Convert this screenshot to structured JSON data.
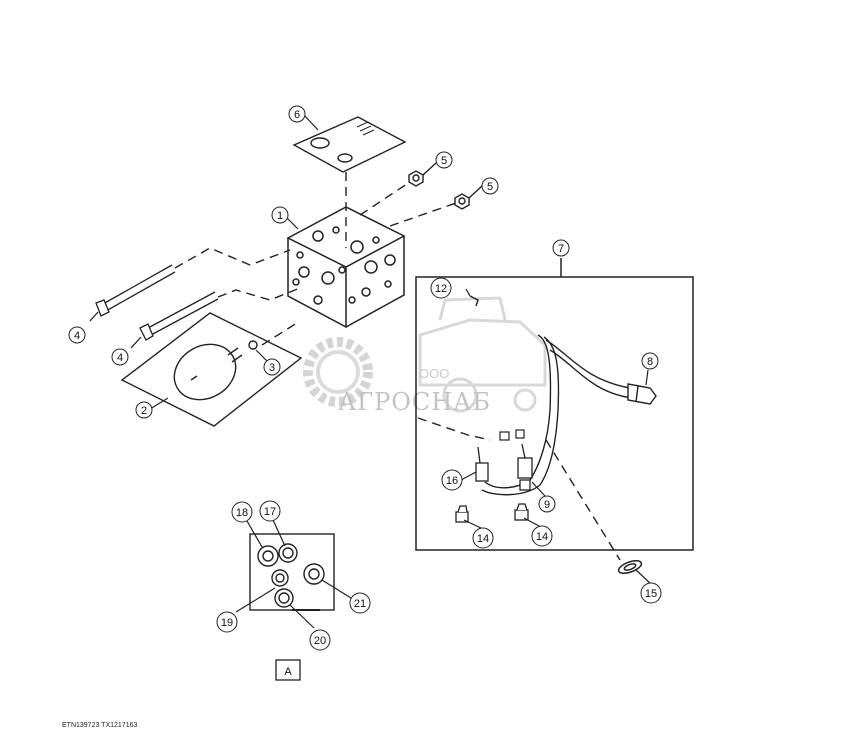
{
  "callouts": {
    "c1": "1",
    "c2": "2",
    "c3": "3",
    "c4a": "4",
    "c4b": "4",
    "c5a": "5",
    "c5b": "5",
    "c6": "6",
    "c7": "7",
    "c8": "8",
    "c9": "9",
    "c12": "12",
    "c14a": "14",
    "c14b": "14",
    "c15": "15",
    "c16": "16",
    "c17": "17",
    "c18": "18",
    "c19": "19",
    "c20": "20",
    "c21": "21"
  },
  "view_label": "A",
  "watermark": {
    "company_prefix": "ООО",
    "company_name": "АГРОСНАБ"
  },
  "figure_ids": "ETN139723  TX1217163"
}
